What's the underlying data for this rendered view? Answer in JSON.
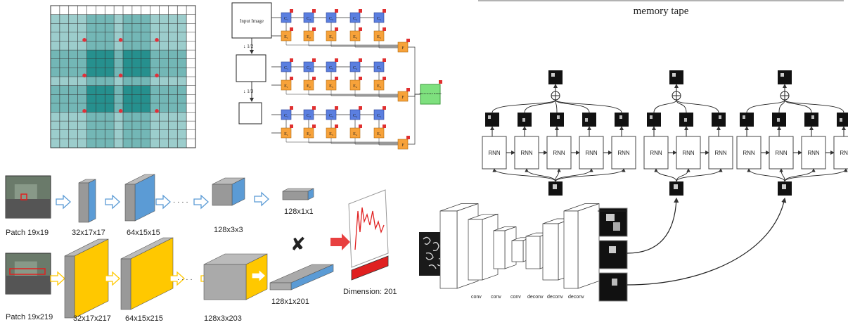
{
  "flow": {
    "input": "Input Image",
    "down1": "↓ 1/2",
    "down2": "↓ 1/3",
    "c": [
      "C₁",
      "C₂",
      "C₃",
      "C₄",
      "C₅"
    ],
    "e": [
      "E₁",
      "E₂",
      "E₃",
      "E₄",
      "E₅"
    ],
    "f": "F",
    "merge": "MULTI SCALE FUSION"
  },
  "memory": {
    "title": "memory tape",
    "rnn": "RNN",
    "layers": [
      "conv",
      "conv",
      "conv",
      "deconv",
      "deconv",
      "deconv"
    ]
  },
  "cnn": {
    "top_labels": [
      "Patch 19x19",
      "32x17x17",
      "64x15x15",
      "128x3x3",
      "128x1x1"
    ],
    "bottom_labels": [
      "Patch 19x219",
      "32x17x217",
      "64x15x215",
      "128x3x203",
      "128x1x201"
    ],
    "dots": "· · · ·",
    "dimension": "Dimension: 201",
    "colors": {
      "blue": "#5b9bd5",
      "yellow": "#ffc800",
      "teal": "#1a8a88",
      "red": "#e02020"
    }
  }
}
